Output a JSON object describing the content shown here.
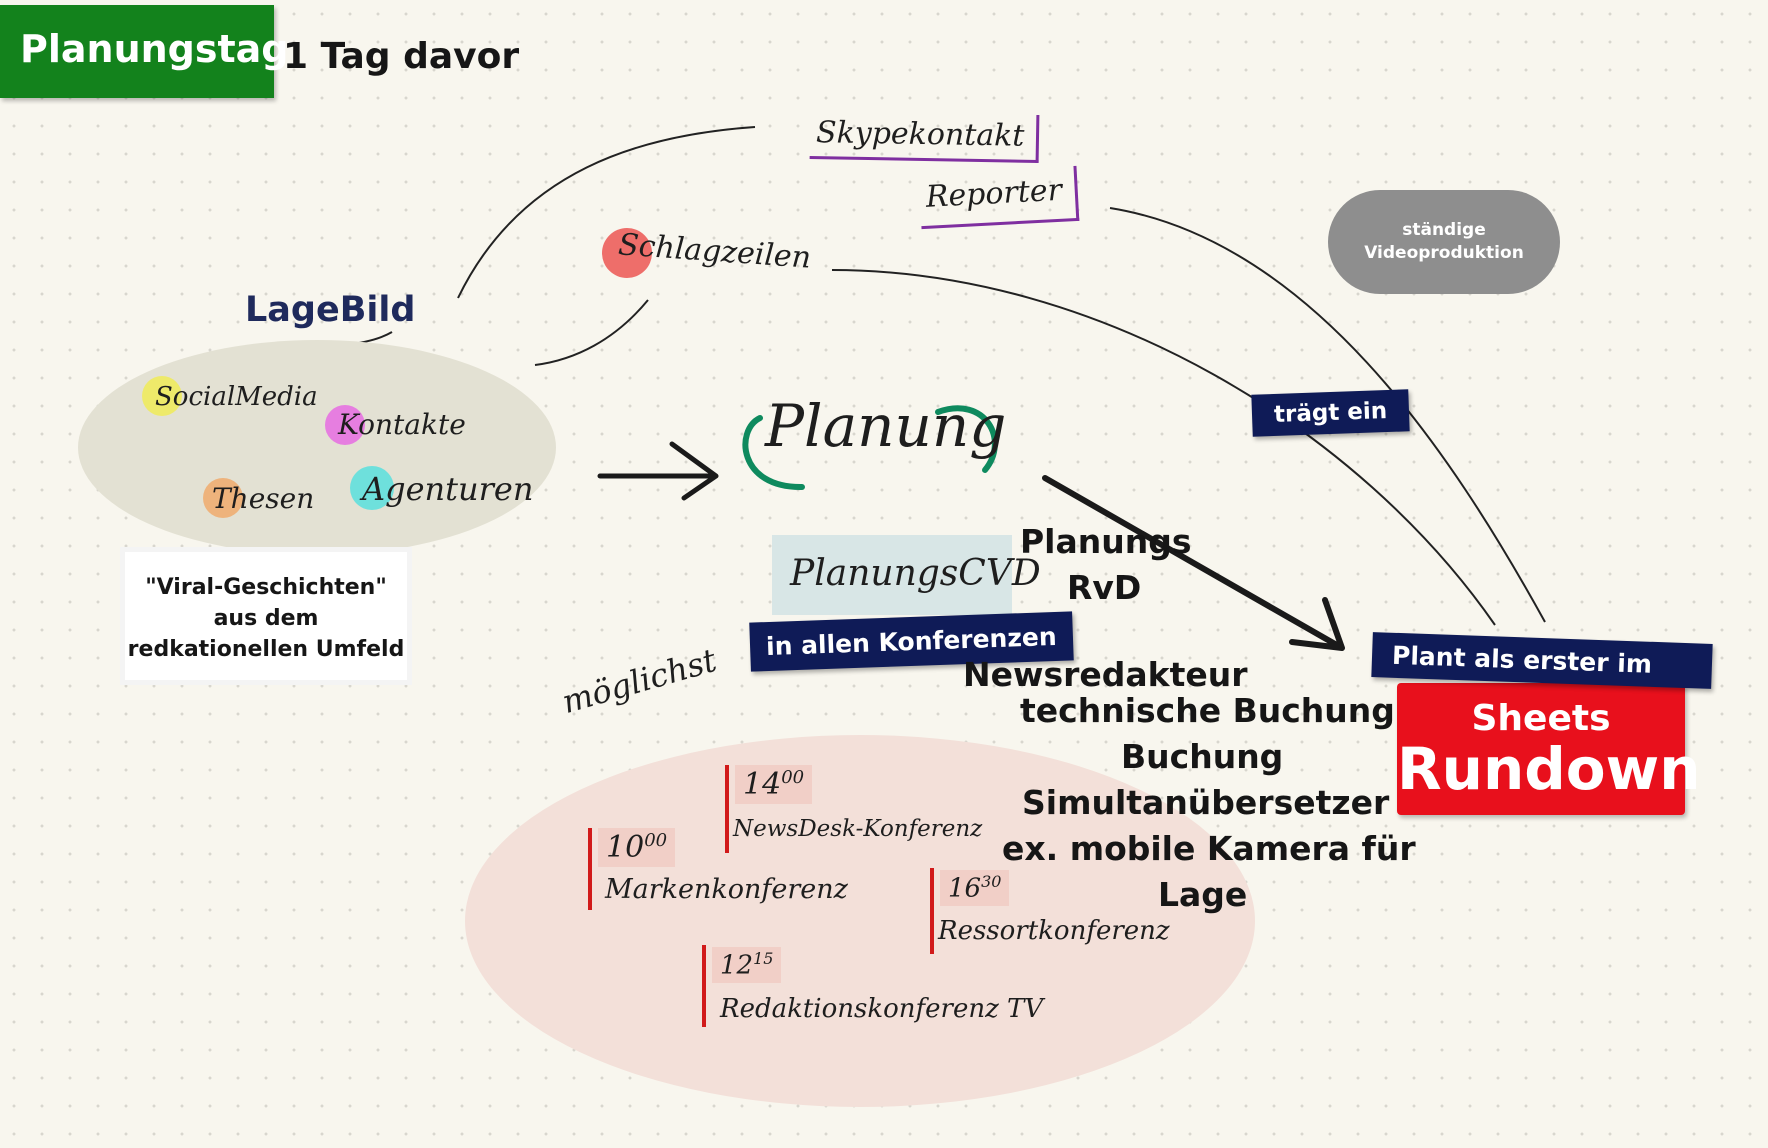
{
  "header": {
    "tab_title": "Planungstag",
    "subtitle": "1 Tag davor"
  },
  "lagebild": {
    "title": "LageBild",
    "items": [
      {
        "label": "SocialMedia",
        "color": "#eeea6a"
      },
      {
        "label": "Kontakte",
        "color": "#e67ee0"
      },
      {
        "label": "Thesen",
        "color": "#eeb37c"
      },
      {
        "label": "Agenturen",
        "color": "#6ee0dc"
      }
    ],
    "viral_box": [
      "\"Viral-Geschichten\"",
      "aus dem",
      "redkationellen Umfeld"
    ]
  },
  "sources": {
    "skype": "Skypekontakt",
    "reporter": "Reporter",
    "schlagzeilen": "Schlagzeilen",
    "schlagzeilen_color": "#ee6e6a"
  },
  "center": {
    "planung": "Planung",
    "planungs_cvd": "PlanungsCVD",
    "in_allen_konferenzen": "in allen Konferenzen",
    "moeglichst": "möglichst",
    "planungs_rvd": [
      "Planungs",
      "RvD"
    ]
  },
  "right": {
    "videoproduktion": [
      "ständige",
      "Videoproduktion"
    ],
    "traegt_ein": "trägt ein",
    "plant_als_erster": "Plant als erster im",
    "sheets": "Sheets",
    "rundown": "Rundown",
    "tasks": [
      "Newsredakteur",
      "technische Buchung",
      "Buchung",
      "Simultanübersetzer",
      "ex. mobile Kamera für",
      "Lage"
    ]
  },
  "konferenzen": [
    {
      "time": "10",
      "time_sup": "00",
      "label": "Markenkonferenz"
    },
    {
      "time": "14",
      "time_sup": "00",
      "label": "NewsDesk-Konferenz"
    },
    {
      "time": "16",
      "time_sup": "30",
      "label": "Ressortkonferenz"
    },
    {
      "time": "12",
      "time_sup": "15",
      "label": "Redaktionskonferenz TV"
    }
  ],
  "colors": {
    "title_green": "#13821c",
    "navy": "#0f1b57",
    "rundown_red": "#e8101c",
    "bracket_green": "#0e8a5e",
    "purple": "#7f2fa0",
    "conference_red": "#d11a1a"
  }
}
